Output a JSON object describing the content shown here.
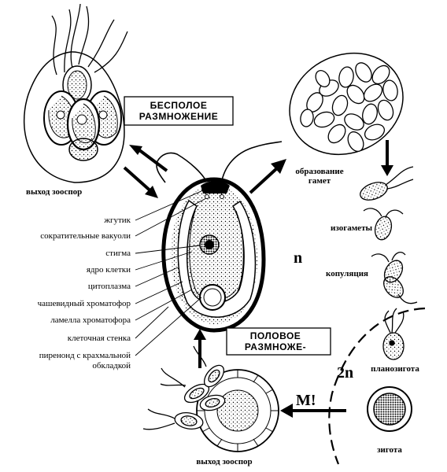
{
  "asexual_box": {
    "line1": "БЕСПОЛОЕ",
    "line2": "РАЗМНОЖЕНИЕ"
  },
  "sexual_box": {
    "line1": "ПОЛОВОЕ",
    "line2": "РАЗМНОЖЕ-"
  },
  "stages": {
    "zoospore_release_top": "выход зооспор",
    "gamete_formation_1": "образование",
    "gamete_formation_2": "гамет",
    "isogametes": "изогаметы",
    "copulation": "копуляция",
    "planozygote": "планозигота",
    "zygote": "зигота",
    "zoospore_release_bottom": "выход зооспор"
  },
  "ploidy": {
    "haploid": "n",
    "diploid": "2n",
    "meiosis": "М!"
  },
  "cell_labels": [
    "жгутик",
    "сократительные вакуоли",
    "стигма",
    "ядро клетки",
    "цитоплазма",
    "чашевидный хроматофор",
    "ламелла хроматофора",
    "клеточная стенка",
    "пиренонд с крахмальной",
    "обкладкой"
  ]
}
